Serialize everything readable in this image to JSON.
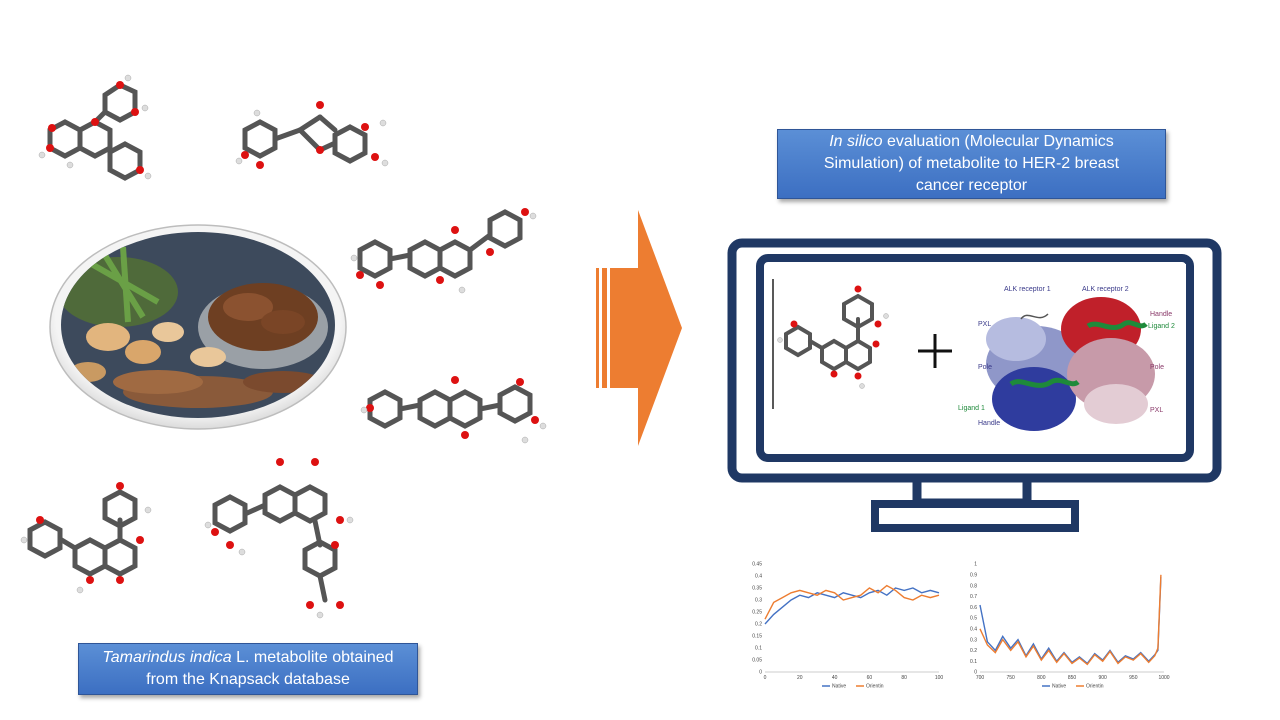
{
  "left_caption": {
    "italic": "Tamarindus indica",
    "line1_rest": " L. metabolite obtained",
    "line2": "from the Knapsack database"
  },
  "right_caption": {
    "italic": "In silico",
    "line1_rest": " evaluation (Molecular Dynamics",
    "line2": "Simulation) of metabolite to HER-2 breast",
    "line3": "cancer receptor"
  },
  "protein_labels": {
    "receptor1": "ALK receptor 1",
    "receptor2": "ALK receptor 2",
    "pxl_left": "PXL",
    "pole_left": "Pole",
    "ligand1": "Ligand 1",
    "handle_left": "Handle",
    "handle_right": "Handle",
    "ligand2": "Ligand 2",
    "pole_right": "Pole",
    "pxl_right": "PXL"
  },
  "colors": {
    "caption_blue": "#4472c4",
    "arrow_orange": "#ed7d31",
    "monitor_navy": "#1f3864",
    "series_native": "#4472c4",
    "series_orientin": "#ed7d31"
  },
  "chart_data": [
    {
      "type": "line",
      "x": [
        0,
        5,
        10,
        15,
        20,
        25,
        30,
        35,
        40,
        45,
        50,
        55,
        60,
        65,
        70,
        75,
        80,
        85,
        90,
        95,
        100
      ],
      "series": [
        {
          "name": "Native",
          "values": [
            0.2,
            0.24,
            0.27,
            0.3,
            0.32,
            0.31,
            0.33,
            0.32,
            0.31,
            0.33,
            0.32,
            0.31,
            0.33,
            0.34,
            0.32,
            0.35,
            0.34,
            0.35,
            0.33,
            0.34,
            0.33
          ]
        },
        {
          "name": "Orientin",
          "values": [
            0.22,
            0.29,
            0.31,
            0.33,
            0.34,
            0.33,
            0.32,
            0.34,
            0.33,
            0.3,
            0.31,
            0.32,
            0.35,
            0.33,
            0.36,
            0.34,
            0.31,
            0.3,
            0.32,
            0.31,
            0.32
          ]
        }
      ],
      "xticks": [
        "0",
        "20",
        "40",
        "60",
        "80",
        "100"
      ],
      "yticks": [
        "0",
        "0.05",
        "0.1",
        "0.15",
        "0.2",
        "0.25",
        "0.3",
        "0.35",
        "0.4",
        "0.45"
      ],
      "xlim": [
        0,
        100
      ],
      "ylim": [
        0,
        0.45
      ],
      "legend": "bottom"
    },
    {
      "type": "line",
      "x": [
        700,
        712,
        725,
        737,
        750,
        762,
        775,
        787,
        800,
        812,
        825,
        837,
        850,
        862,
        875,
        887,
        900,
        912,
        925,
        937,
        950,
        962,
        975,
        985,
        990,
        995
      ],
      "series": [
        {
          "name": "Native",
          "values": [
            0.62,
            0.28,
            0.2,
            0.33,
            0.22,
            0.3,
            0.15,
            0.26,
            0.12,
            0.22,
            0.1,
            0.18,
            0.09,
            0.14,
            0.08,
            0.17,
            0.11,
            0.2,
            0.09,
            0.15,
            0.12,
            0.18,
            0.1,
            0.16,
            0.2,
            0.88
          ]
        },
        {
          "name": "Orientin",
          "values": [
            0.4,
            0.25,
            0.18,
            0.3,
            0.2,
            0.28,
            0.14,
            0.24,
            0.11,
            0.2,
            0.09,
            0.17,
            0.08,
            0.13,
            0.07,
            0.16,
            0.1,
            0.19,
            0.08,
            0.14,
            0.11,
            0.17,
            0.09,
            0.15,
            0.22,
            0.9
          ]
        }
      ],
      "xticks": [
        "700",
        "750",
        "800",
        "850",
        "900",
        "950",
        "1000"
      ],
      "yticks": [
        "0",
        "0.1",
        "0.2",
        "0.3",
        "0.4",
        "0.5",
        "0.6",
        "0.7",
        "0.8",
        "0.9",
        "1"
      ],
      "xlim": [
        700,
        1000
      ],
      "ylim": [
        0,
        1
      ],
      "legend": "bottom"
    }
  ]
}
